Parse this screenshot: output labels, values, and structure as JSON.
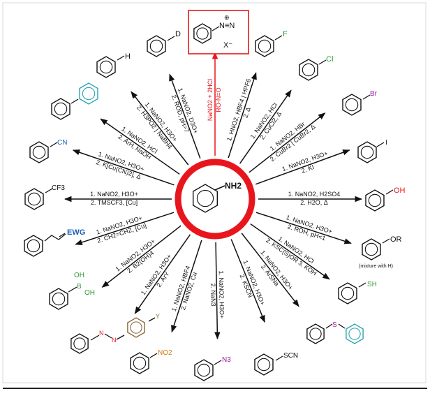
{
  "colors": {
    "ring": "#e8161c",
    "arrow": "#111111",
    "text": "#111111",
    "teal": "#2aa3b0",
    "purple": "#a01aa0",
    "green": "#2e9a3a",
    "orange": "#d47a10",
    "blue": "#1a5fb8",
    "red": "#e8161c",
    "brown": "#8a6a3a",
    "gray": "#666666"
  },
  "center": {
    "label": "NH2"
  },
  "rxns": [
    {
      "id": "diazonium",
      "reagent": [
        "NaNO2 + 2HCl",
        "RO-N=O"
      ],
      "prod": [
        "N≡N",
        "X⁻"
      ]
    },
    {
      "id": "fluoro",
      "reagent": [
        "1. HNO2, HBF4 | HPF6",
        "2. Δ"
      ],
      "prod": [
        "F"
      ]
    },
    {
      "id": "chloro",
      "reagent": [
        "1. NaNO2, HCl",
        "2. CuCl2, Δ"
      ],
      "prod": [
        "Cl"
      ]
    },
    {
      "id": "bromo",
      "reagent": [
        "1. NaNO2, HBr",
        "2. CuBr2 | CuBr2, Δ"
      ],
      "prod": [
        "Br"
      ]
    },
    {
      "id": "iodo",
      "reagent": [
        "1. NaNO2, H3O+",
        "2. KI"
      ],
      "prod": [
        "I"
      ]
    },
    {
      "id": "phenol",
      "reagent": [
        "1. NaNO2, H2SO4",
        "2. H2O, Δ"
      ],
      "prod": [
        "OH"
      ]
    },
    {
      "id": "ether",
      "reagent": [
        "1. NaNO2, H3O+",
        "2. ROH, pH<1"
      ],
      "prod": [
        "OR",
        "(mixture with H)"
      ]
    },
    {
      "id": "thiol",
      "reagent": [
        "1. NaNO2, HCl",
        "2. KSC(S)OR 3. KOH"
      ],
      "prod": [
        "SH"
      ]
    },
    {
      "id": "sulfide",
      "reagent": [
        "1. NaNO2, H3O+",
        "2. ArSNa"
      ],
      "prod": [
        "S"
      ]
    },
    {
      "id": "thiocyanate",
      "reagent": [
        "1. NaNO2, H3O+",
        "2. KSCN"
      ],
      "prod": [
        "SCN"
      ]
    },
    {
      "id": "azide",
      "reagent": [
        "1. NaNO2, H3O+",
        "2. NaN3"
      ],
      "prod": [
        "N3"
      ]
    },
    {
      "id": "nitro",
      "reagent": [
        "1. NaNO2, HBF4",
        "2. NaNO2, Cu"
      ],
      "prod": [
        "NO2"
      ]
    },
    {
      "id": "azo",
      "reagent": [
        "1. NaNO2, H3O+",
        "2. ArY"
      ],
      "prod": [
        "N",
        "N",
        "Y"
      ]
    },
    {
      "id": "boronic",
      "reagent": [
        "1. NaNO2, H3O+",
        "2. B2(OH)4"
      ],
      "prod": [
        "OH",
        "B",
        "OH"
      ]
    },
    {
      "id": "vinyl",
      "reagent": [
        "1. NaNO2, H3O+",
        "2. CH2=CHZ, [Cu]"
      ],
      "prod": [
        "EWG"
      ]
    },
    {
      "id": "cf3",
      "reagent": [
        "1. NaNO2, H3O+",
        "2. TMSCF3, [Cu]"
      ],
      "prod": [
        "CF3"
      ]
    },
    {
      "id": "cyano",
      "reagent": [
        "1. NaNO2, H3O+",
        "2. K[Cu(CN)2], Δ"
      ],
      "prod": [
        "CN"
      ]
    },
    {
      "id": "biaryl",
      "reagent": [
        "1. NaNO2, HCl",
        "2. ArH, NaOH"
      ],
      "prod": []
    },
    {
      "id": "reduction",
      "reagent": [
        "1. NaNO2, H3O+",
        "2. H3PO2 | NaBH4"
      ],
      "prod": [
        "H"
      ]
    },
    {
      "id": "deuterium",
      "reagent": [
        "1. NaNO2, D3O+",
        "2. ROD, pH>7"
      ],
      "prod": [
        "D"
      ]
    }
  ]
}
